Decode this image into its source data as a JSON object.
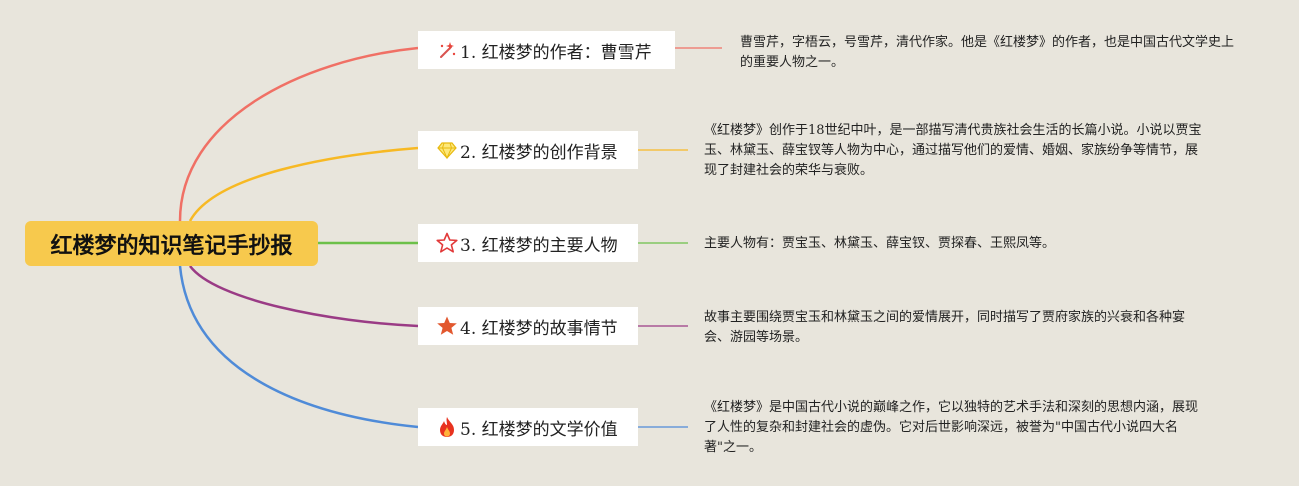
{
  "title": "红楼梦的知识笔记手抄报",
  "colors": {
    "background": "#e8e5dc",
    "root": "#f7c94d",
    "branch1": "#f07065",
    "branch2": "#f7b924",
    "branch3": "#6cc049",
    "branch4": "#9a3b85",
    "branch5": "#4f8bd8"
  },
  "branches": [
    {
      "label": "1. 红楼梦的作者：曹雪芹",
      "icon": "magic-wand-icon",
      "description": "曹雪芹，字梧云，号雪芹，清代作家。他是《红楼梦》的作者，也是中国古代文学史上的重要人物之一。"
    },
    {
      "label": "2. 红楼梦的创作背景",
      "icon": "diamond-icon",
      "description": "《红楼梦》创作于18世纪中叶，是一部描写清代贵族社会生活的长篇小说。小说以贾宝玉、林黛玉、薛宝钗等人物为中心，通过描写他们的爱情、婚姻、家族纷争等情节，展现了封建社会的荣华与衰败。"
    },
    {
      "label": "3. 红楼梦的主要人物",
      "icon": "star-outline-icon",
      "description": "主要人物有：贾宝玉、林黛玉、薛宝钗、贾探春、王熙凤等。"
    },
    {
      "label": "4. 红楼梦的故事情节",
      "icon": "star-icon",
      "description": "故事主要围绕贾宝玉和林黛玉之间的爱情展开，同时描写了贾府家族的兴衰和各种宴会、游园等场景。"
    },
    {
      "label": "5. 红楼梦的文学价值",
      "icon": "fire-icon",
      "description": "《红楼梦》是中国古代小说的巅峰之作，它以独特的艺术手法和深刻的思想内涵，展现了人性的复杂和封建社会的虚伪。它对后世影响深远，被誉为\"中国古代小说四大名著\"之一。"
    }
  ]
}
